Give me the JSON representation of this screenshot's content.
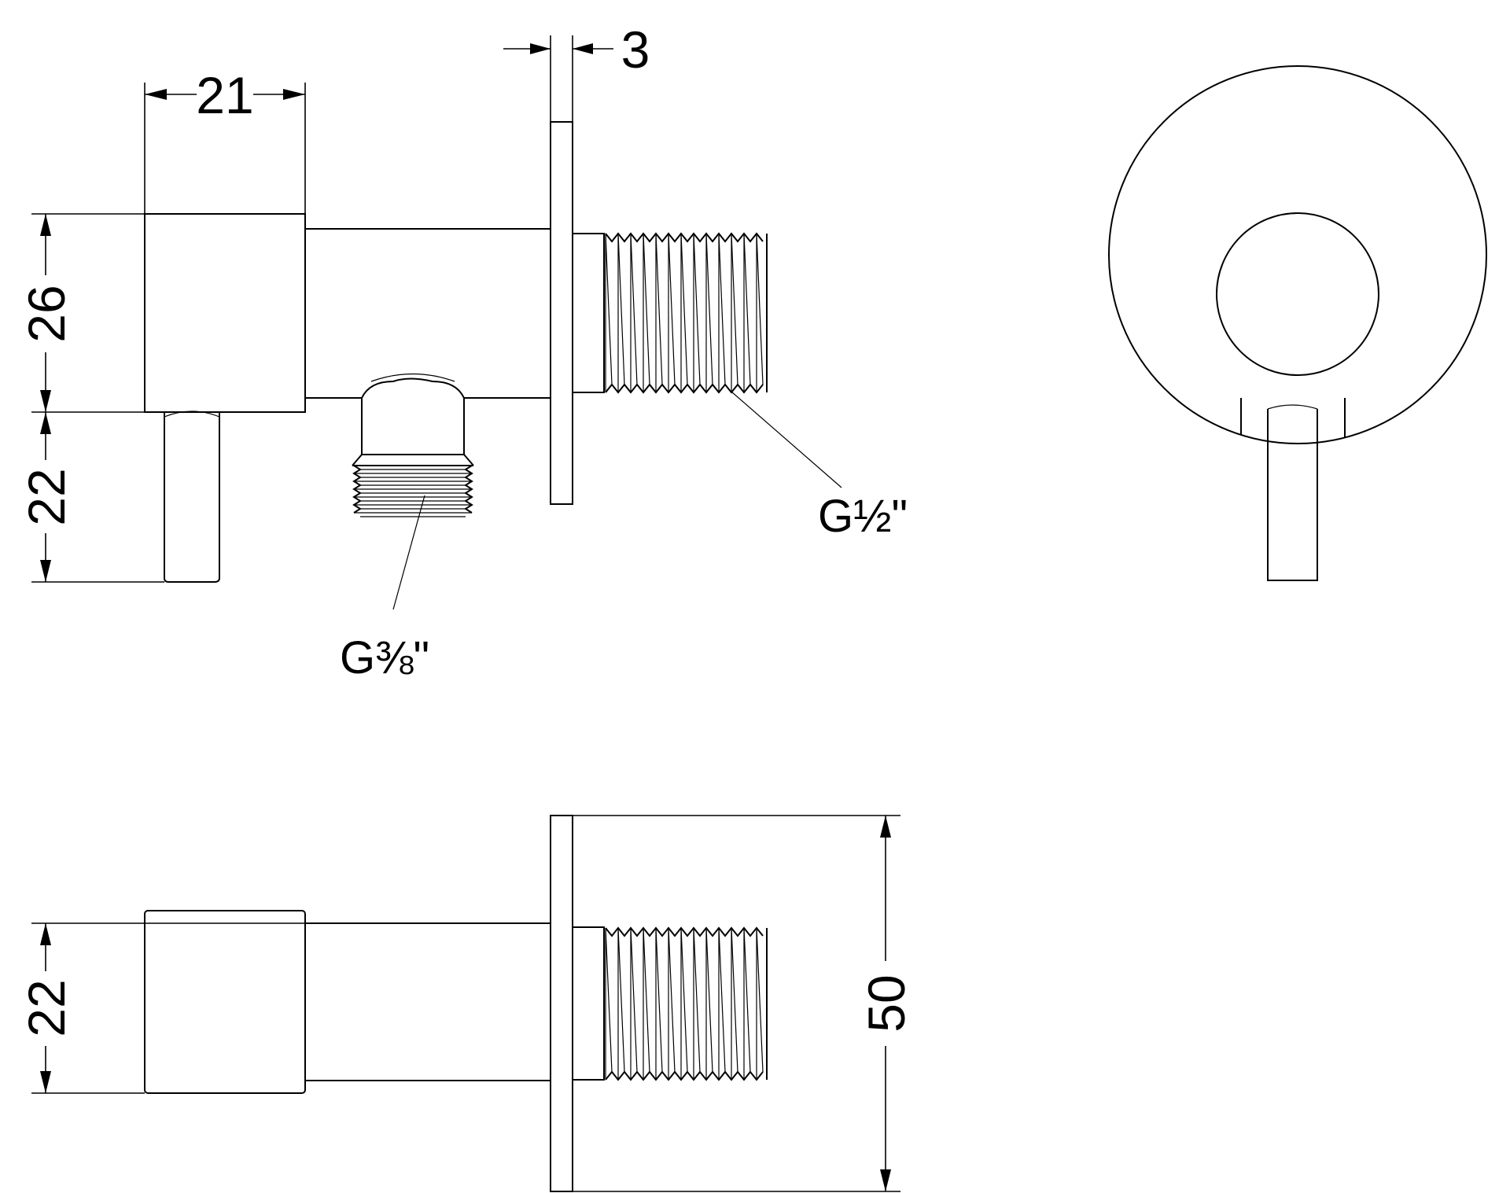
{
  "drawing": {
    "dimensions": {
      "lever_width": "21",
      "flange_thickness": "3",
      "body_height": "26",
      "lever_height": "22",
      "top_view_body_height": "22",
      "flange_diameter": "50"
    },
    "threads": {
      "inlet": "G½\"",
      "outlet": "G⅜\""
    }
  }
}
